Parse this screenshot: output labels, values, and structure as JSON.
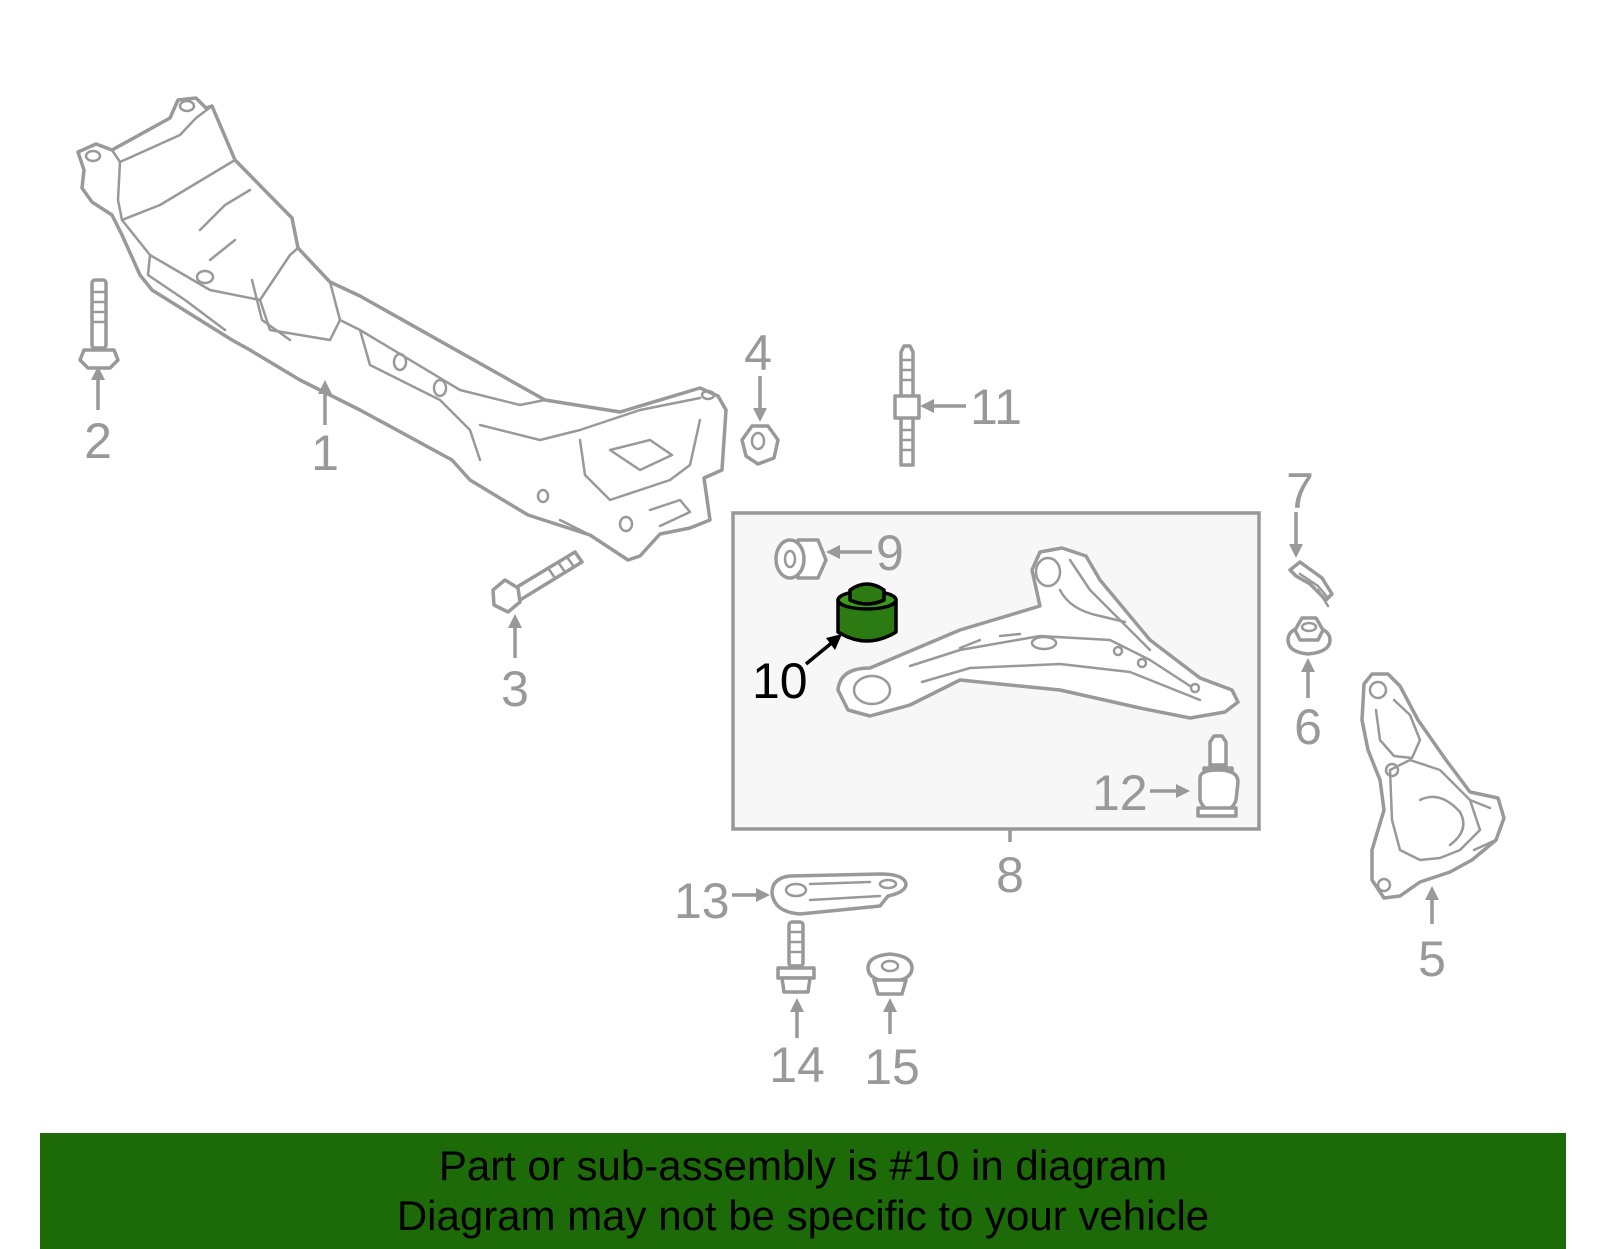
{
  "diagram": {
    "callouts": {
      "c1": "1",
      "c2": "2",
      "c3": "3",
      "c4": "4",
      "c5": "5",
      "c6": "6",
      "c7": "7",
      "c8": "8",
      "c9": "9",
      "c10": "10",
      "c11": "11",
      "c12": "12",
      "c13": "13",
      "c14": "14",
      "c15": "15"
    },
    "highlighted_part": "10",
    "colors": {
      "line_art": "#999999",
      "highlight_part": "#2b7a12",
      "highlight_label": "#000000",
      "group_box_fill": "#f7f7f7",
      "banner_background": "#1c6a08"
    }
  },
  "banner": {
    "line1": "Part or sub-assembly is #10 in diagram",
    "line2": "Diagram may not be specific to your vehicle"
  }
}
